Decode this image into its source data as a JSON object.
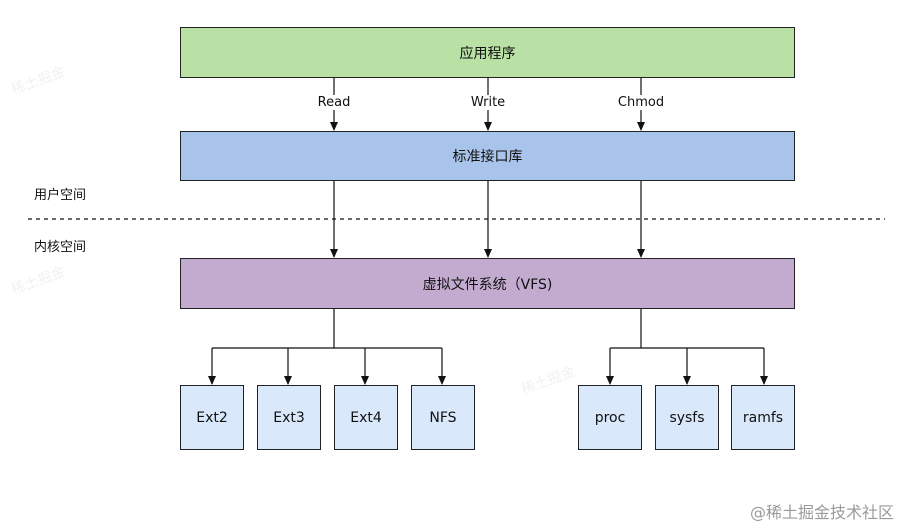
{
  "layers": {
    "app": "应用程序",
    "lib": "标准接口库",
    "vfs": "虚拟文件系统（VFS)"
  },
  "operations": [
    "Read",
    "Write",
    "Chmod"
  ],
  "spaces": {
    "user": "用户空间",
    "kernel": "内核空间"
  },
  "filesystems": {
    "disk": [
      "Ext2",
      "Ext3",
      "Ext4",
      "NFS"
    ],
    "virtual": [
      "proc",
      "sysfs",
      "ramfs"
    ]
  },
  "watermark": "@稀土掘金技术社区",
  "colors": {
    "app": "#b9e0a5",
    "lib": "#a9c4eb",
    "vfs": "#c3abd0",
    "fs": "#dae8fc"
  }
}
